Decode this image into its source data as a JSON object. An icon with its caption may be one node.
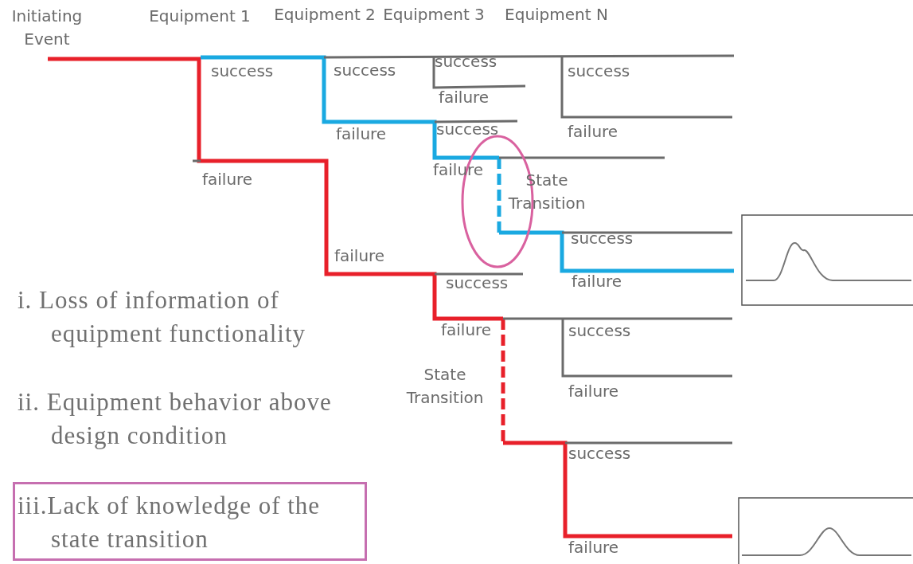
{
  "diagram": {
    "nodes": [
      {
        "text": [
          "iii.Lack of knowledge of the state transition"
        ]
      }
    ],
    "labels": [
      "Initiating Event",
      "Equipment 1",
      "Equipment 2",
      "Equipment 3",
      "Equipment N",
      "success",
      "success",
      "success",
      "success",
      "failure",
      "failure",
      "success",
      "failure",
      "failure",
      "State Transition",
      "failure",
      "success",
      "failure",
      "success",
      "failure",
      "i. Loss of information of equipment functionality",
      "failure",
      "success",
      "State Transition",
      "failure",
      "ii. Equipment behavior above design condition",
      "success",
      "failure"
    ]
  }
}
